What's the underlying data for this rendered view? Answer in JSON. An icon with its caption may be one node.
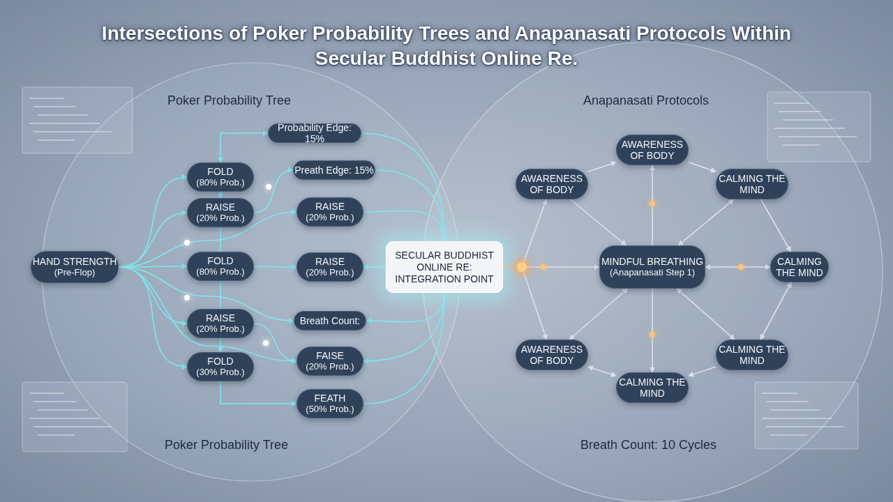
{
  "diagram": {
    "title": "Intersections of Poker Probability Trees and Anapanasati Protocols Within Secular Buddhist Online Re.",
    "nodes": [
      {
        "text": [
          "HAND STRENGTH",
          "(Pre-Flop)"
        ]
      },
      {
        "text": [
          "FOLD",
          "(80% Prob.)"
        ]
      },
      {
        "text": [
          "RAISE",
          "(20% Prob.)"
        ]
      },
      {
        "text": [
          "FOLD",
          "(80% Prob.)"
        ]
      },
      {
        "text": [
          "RAISE",
          "(20% Prob.)"
        ]
      },
      {
        "text": [
          "FOLD",
          "(30% Prob.)"
        ]
      },
      {
        "text": [
          "Probability Edge: 15%"
        ]
      },
      {
        "text": [
          "Preath Edge: 15%"
        ]
      },
      {
        "text": [
          "RAISE",
          "(20% Prob.)"
        ]
      },
      {
        "text": [
          "RAISE",
          "(20% Prob.)"
        ]
      },
      {
        "text": [
          "Breath Count:"
        ]
      },
      {
        "text": [
          "FAISE",
          "(20% Prob.)"
        ]
      },
      {
        "text": [
          "FEATH",
          "(50% Prob.)"
        ]
      },
      {
        "text": [
          "SECULAR BUDDHIST ONLINE RE: INTEGRATION POINT"
        ]
      },
      {
        "text": [
          "AWARENESS OF BODY"
        ]
      },
      {
        "text": [
          "AWARENESS OF BODY"
        ]
      },
      {
        "text": [
          "CALMING THE MIND"
        ]
      },
      {
        "text": [
          "MINDFUL BREATHING",
          "(Anapanasati Step 1)"
        ]
      },
      {
        "text": [
          "CALMING THE MIND"
        ]
      },
      {
        "text": [
          "AWARENESS OF BODY"
        ]
      },
      {
        "text": [
          "CALMING THE MIND"
        ]
      },
      {
        "text": [
          "CALMING THE MIND"
        ]
      },
      {
        "text": [],
        "shape": "circle"
      }
    ],
    "edges": [
      {
        "from": 0,
        "to": 1,
        "arrow": "to"
      },
      {
        "from": 0,
        "to": 2,
        "arrow": "to"
      },
      {
        "from": 0,
        "to": 3,
        "arrow": "to"
      },
      {
        "from": 0,
        "to": 4,
        "arrow": "to"
      },
      {
        "from": 0,
        "to": 5,
        "arrow": "to"
      },
      {
        "from": 0,
        "to": 8,
        "arrow": "to"
      },
      {
        "from": 0,
        "to": 10,
        "arrow": "to"
      },
      {
        "from": 0,
        "to": 11,
        "arrow": "to"
      },
      {
        "from": 1,
        "to": 2,
        "arrow": "to"
      },
      {
        "from": 2,
        "to": 3,
        "arrow": "none"
      },
      {
        "from": 3,
        "to": 4,
        "arrow": "none"
      },
      {
        "from": 4,
        "to": 5,
        "arrow": "to"
      },
      {
        "from": 1,
        "to": 6,
        "arrow": "both"
      },
      {
        "from": 2,
        "to": 7,
        "arrow": "to"
      },
      {
        "from": 3,
        "to": 9,
        "arrow": "to"
      },
      {
        "from": 4,
        "to": 11,
        "arrow": "to"
      },
      {
        "from": 5,
        "to": 12,
        "arrow": "to"
      },
      {
        "from": 6,
        "to": 13,
        "arrow": "none"
      },
      {
        "from": 7,
        "to": 13,
        "arrow": "none"
      },
      {
        "from": 8,
        "to": 13,
        "arrow": "none"
      },
      {
        "from": 13,
        "to": 9,
        "arrow": "to"
      },
      {
        "from": 13,
        "to": 10,
        "arrow": "to"
      },
      {
        "from": 13,
        "to": 11,
        "arrow": "to"
      },
      {
        "from": 12,
        "to": 13,
        "arrow": "none"
      },
      {
        "from": 13,
        "to": 22,
        "arrow": "none",
        "color": "#f2b36b"
      },
      {
        "from": 22,
        "to": 17,
        "arrow": "to",
        "color": "#dde2ea"
      },
      {
        "from": 22,
        "to": 15,
        "arrow": "to",
        "color": "#dde2ea"
      },
      {
        "from": 22,
        "to": 19,
        "arrow": "to",
        "color": "#dde2ea"
      },
      {
        "from": 15,
        "to": 14,
        "arrow": "to",
        "color": "#dde2ea"
      },
      {
        "from": 15,
        "to": 17,
        "arrow": "to",
        "color": "#dde2ea"
      },
      {
        "from": 17,
        "to": 14,
        "arrow": "to",
        "color": "#dde2ea"
      },
      {
        "from": 14,
        "to": 16,
        "arrow": "to",
        "color": "#dde2ea"
      },
      {
        "from": 16,
        "to": 17,
        "arrow": "both",
        "color": "#dde2ea"
      },
      {
        "from": 16,
        "to": 18,
        "arrow": "to",
        "color": "#dde2ea"
      },
      {
        "from": 17,
        "to": 18,
        "arrow": "both",
        "color": "#dde2ea"
      },
      {
        "from": 18,
        "to": 20,
        "arrow": "both",
        "color": "#dde2ea"
      },
      {
        "from": 17,
        "to": 20,
        "arrow": "both",
        "color": "#dde2ea"
      },
      {
        "from": 17,
        "to": 19,
        "arrow": "both",
        "color": "#dde2ea"
      },
      {
        "from": 17,
        "to": 21,
        "arrow": "to",
        "color": "#dde2ea"
      },
      {
        "from": 20,
        "to": 21,
        "arrow": "to",
        "color": "#dde2ea"
      },
      {
        "from": 19,
        "to": 21,
        "arrow": "both",
        "color": "#dde2ea"
      }
    ],
    "labels": [
      "Poker Probability Tree",
      "Anapanasati Protocols",
      "Poker Probability Tree",
      "Breath Count: 10 Cycles"
    ]
  }
}
